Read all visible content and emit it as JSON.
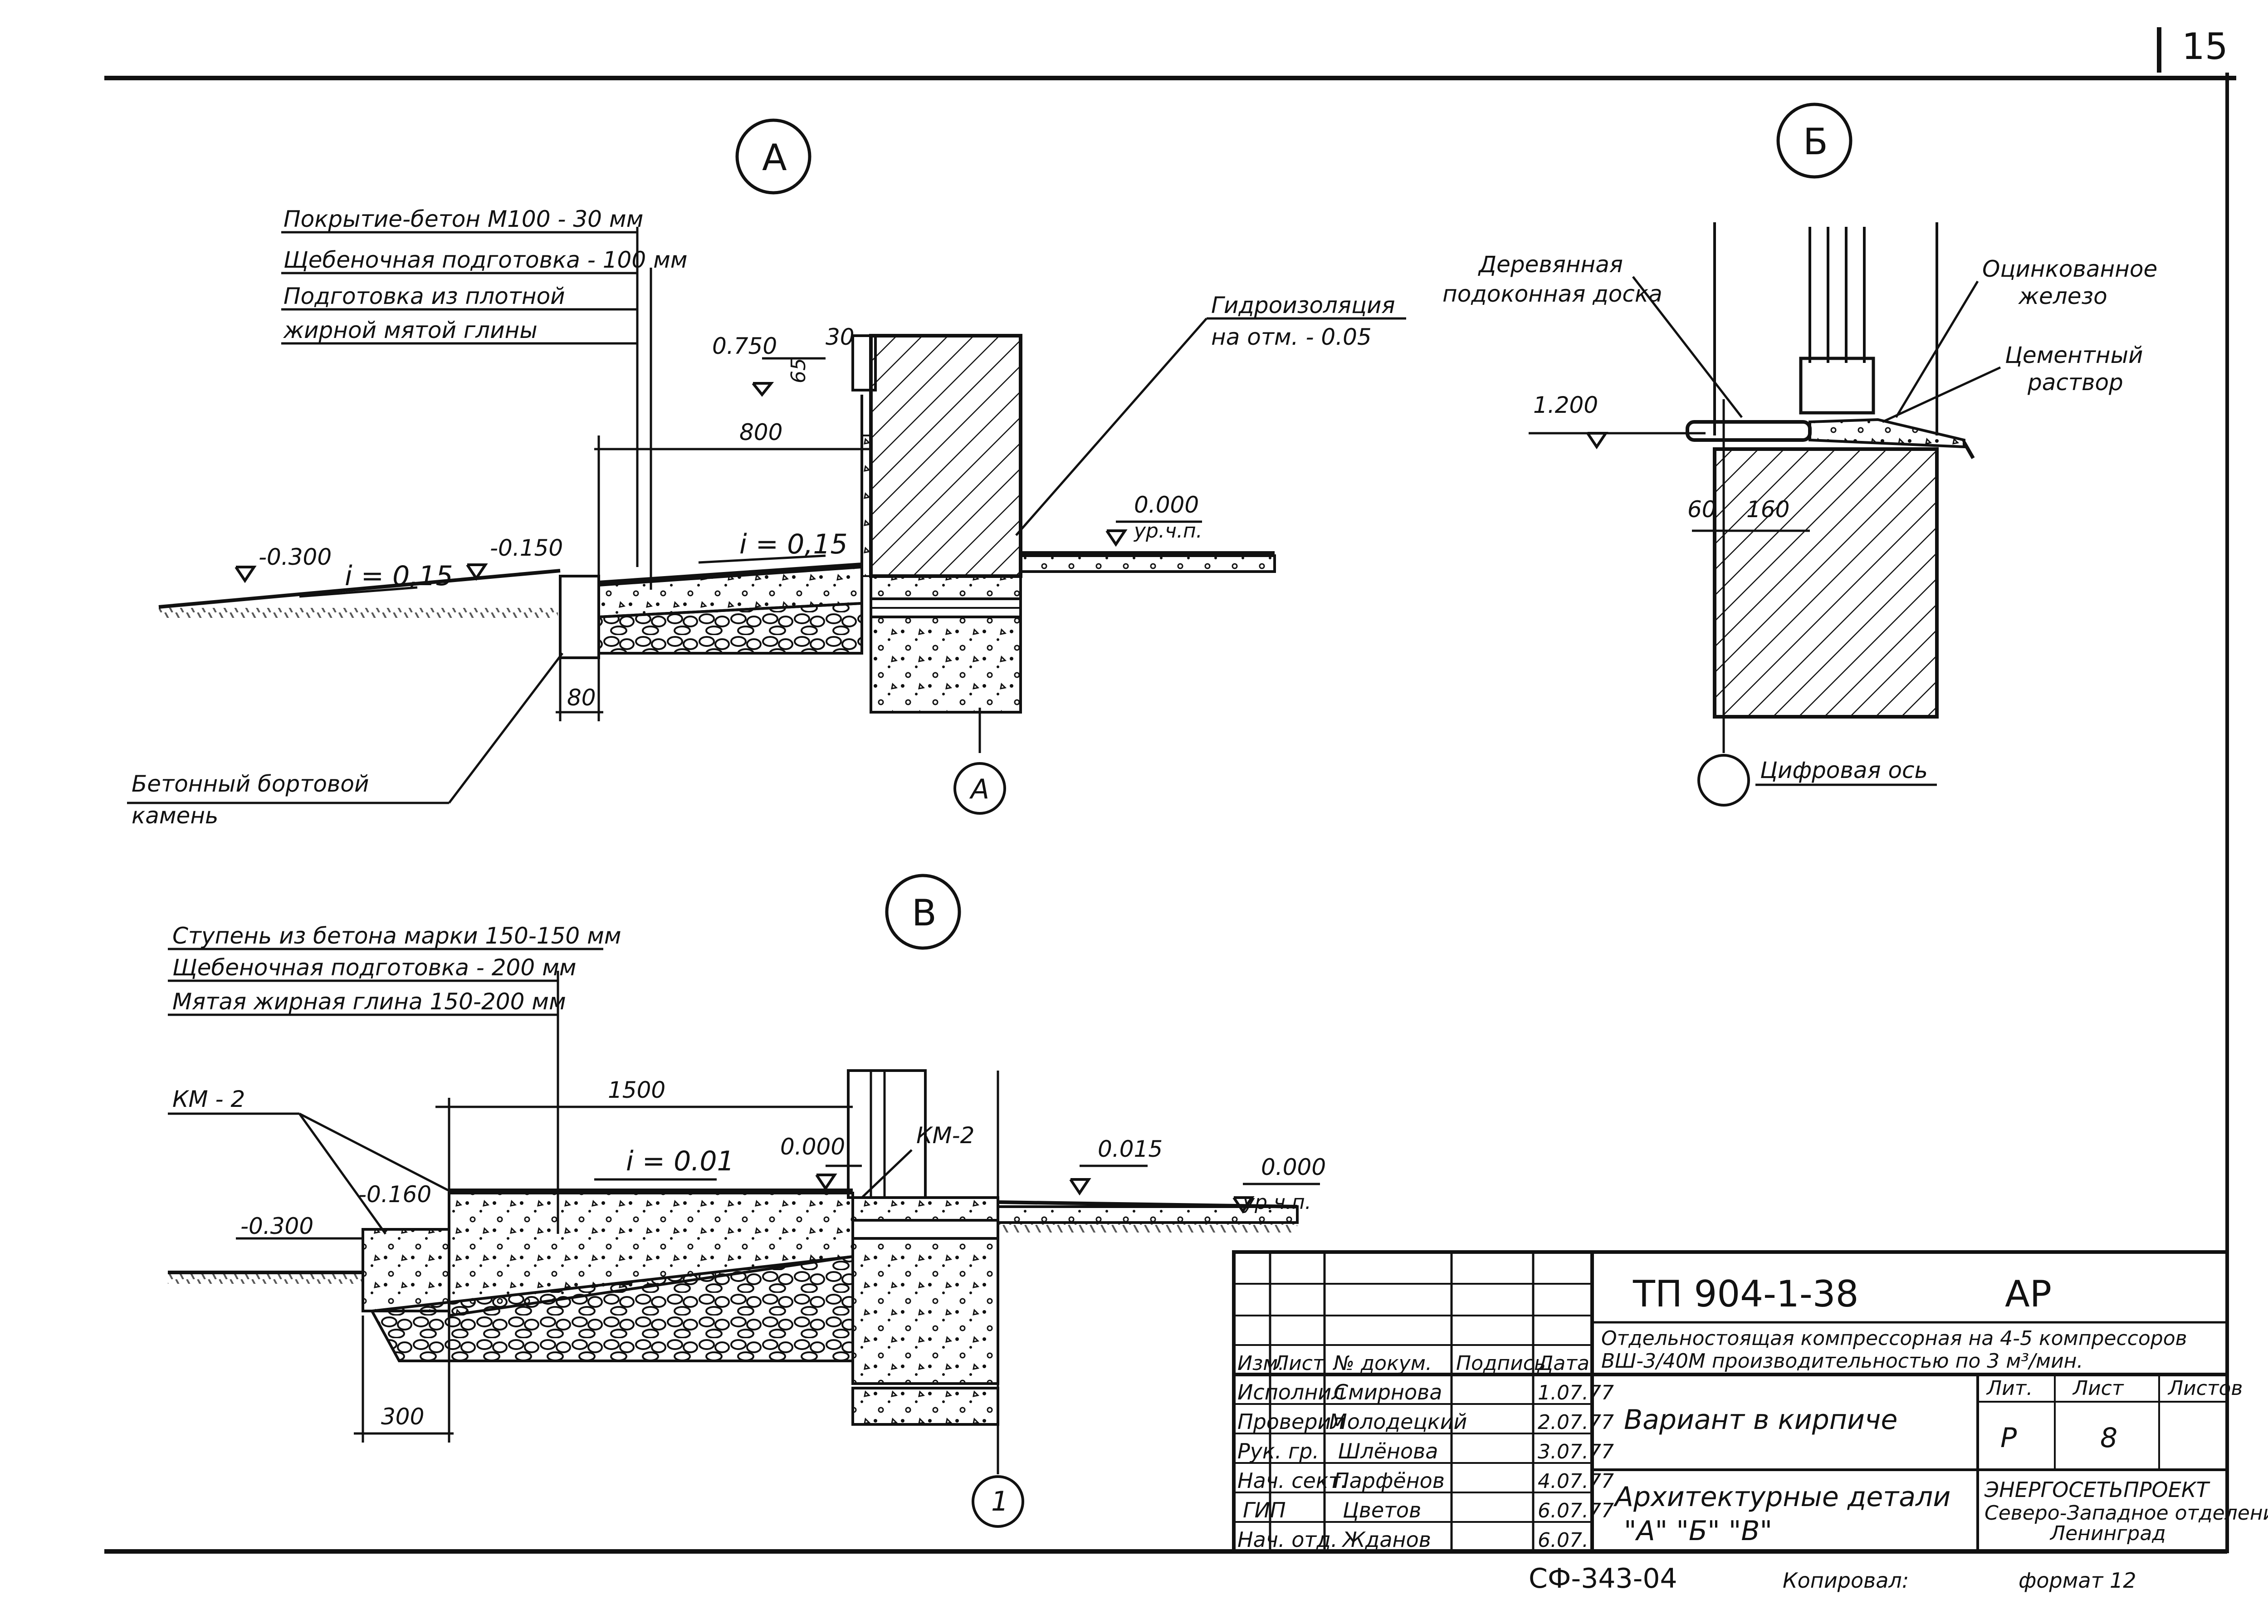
{
  "sheet": {
    "number": "15",
    "bottom_left": "СФ-343-04",
    "copied": "Копировал:",
    "format": "формат 12"
  },
  "detailA": {
    "marker": "А",
    "layers": [
      "Покрытие-бетон М100 - 30 мм",
      "Щебеночная подготовка - 100 мм",
      "Подготовка из плотной",
      "жирной мятой глины"
    ],
    "hydro": [
      "Гидроизоляция",
      "на отм. - 0.05"
    ],
    "curb": [
      "Бетонный бортовой",
      "камень"
    ],
    "elev": {
      "e1": "0.750",
      "e2": "-0.300",
      "e3": "-0.150",
      "e4": "0.000",
      "e4sub": "ур.ч.п."
    },
    "dims": {
      "d1": "30",
      "d2": "65",
      "d3": "800",
      "d4": "80"
    },
    "slopes": {
      "s1": "i = 0,15",
      "s2": "i = 0,15"
    },
    "axis": "А"
  },
  "detailB": {
    "marker": "Б",
    "left": [
      "Деревянная",
      "подоконная доска"
    ],
    "right1": [
      "Оцинкованное",
      "железо"
    ],
    "right2": [
      "Цементный",
      "раствор"
    ],
    "elev": "1.200",
    "dims": {
      "d1": "60",
      "d2": "160"
    },
    "axis": "Цифровая ось"
  },
  "detailV": {
    "marker": "В",
    "layers": [
      "Ступень из бетона марки 150-150 мм",
      "Щебеночная подготовка - 200 мм",
      "Мятая жирная глина 150-200 мм"
    ],
    "km1": "КМ - 2",
    "km2": "КМ-2",
    "elev": {
      "e1": "-0.300",
      "e2": "-0.160",
      "e3": "0.000",
      "e4": "0.015",
      "e5": "0.000",
      "e5sub": "ур.ч.п."
    },
    "dims": {
      "d1": "1500",
      "d2": "300"
    },
    "slope": "i = 0.01",
    "axis": "1"
  },
  "title_block": {
    "code": "ТП 904-1-38",
    "mark": "АР",
    "desc1": "Отдельностоящая компрессорная на 4-5 компрессоров",
    "desc2": "ВШ-3/40М производительностью по 3 м³/мин.",
    "variant": "Вариант в кирпиче",
    "name1": "Архитектурные детали",
    "name2": "\"А\" \"Б\" \"В\"",
    "hdr": [
      "Изм.",
      "Лист",
      "№ докум.",
      "Подпись",
      "Дата"
    ],
    "lit_hdr": [
      "Лит.",
      "Лист",
      "Листов"
    ],
    "lit_vals": [
      "Р",
      "8",
      ""
    ],
    "org1": "ЭНЕРГОСЕТЬПРОЕКТ",
    "org2": "Северо-Западное отделение",
    "org3": "Ленинград",
    "rows": [
      {
        "role": "Исполнил",
        "name": "Смирнова",
        "date": "1.07.77"
      },
      {
        "role": "Проверил",
        "name": "Молодецкий",
        "date": "2.07.77"
      },
      {
        "role": "Рук. гр.",
        "name": "Шлёнова",
        "date": "3.07.77"
      },
      {
        "role": "Нач. сект.",
        "name": "Парфёнов",
        "date": "4.07.77"
      },
      {
        "role": "ГИП",
        "name": "Цветов",
        "date": "6.07.77"
      },
      {
        "role": "Нач. отд.",
        "name": "Жданов",
        "date": "6.07."
      }
    ]
  }
}
